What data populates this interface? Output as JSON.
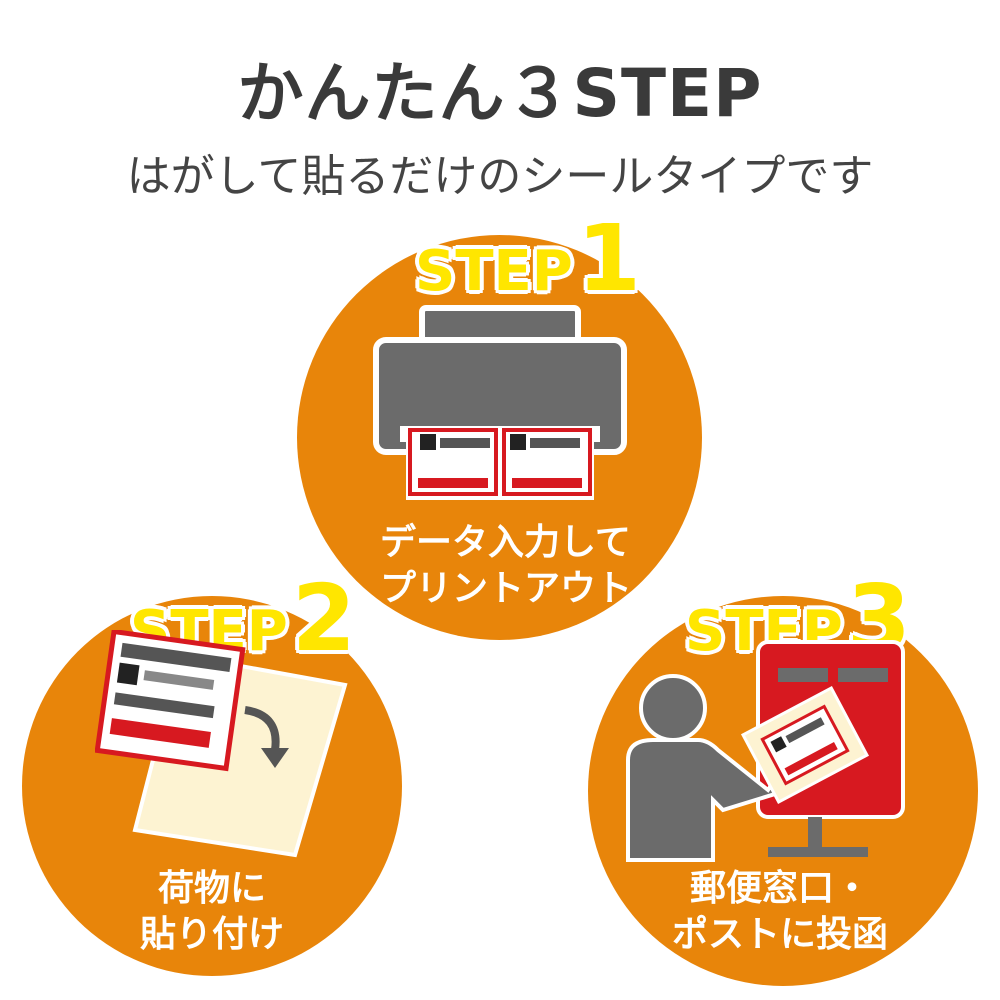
{
  "title": "かんたん３STEP",
  "subtitle": "はがして貼るだけのシールタイプです",
  "colors": {
    "orange": "#e8850a",
    "yellow": "#ffe600",
    "gray": "#6b6b6b",
    "red": "#d71920",
    "cream": "#fdf3d2"
  },
  "steps": [
    {
      "word": "STEP",
      "number": "1",
      "caption_line1": "データ入力して",
      "caption_line2": "プリントアウト",
      "icon": "printer-icon"
    },
    {
      "word": "STEP",
      "number": "2",
      "caption_line1": "荷物に",
      "caption_line2": "貼り付け",
      "icon": "sticker-on-package-icon"
    },
    {
      "word": "STEP",
      "number": "3",
      "caption_line1": "郵便窓口・",
      "caption_line2": "ポストに投函",
      "icon": "person-mailbox-icon"
    }
  ]
}
